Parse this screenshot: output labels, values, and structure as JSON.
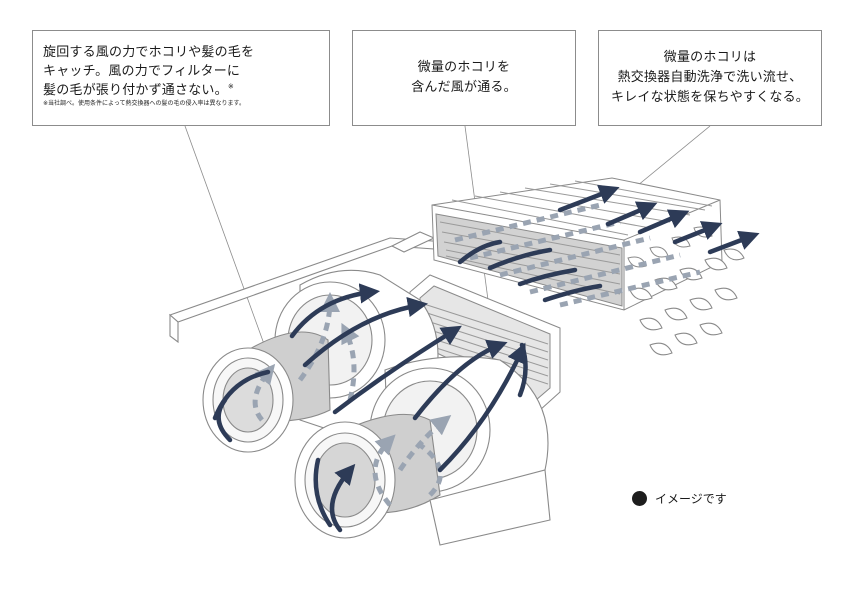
{
  "callouts": {
    "filter": {
      "text": "旋回する風の力でホコリや髪の毛を\nキャッチ。風の力でフィルターに\n髪の毛が張り付かず通さない。",
      "mark": "※",
      "note": "※当社調べ。使用条件によって熱交換器への髪の毛の侵入率は異なります。"
    },
    "airflow": {
      "text": "微量のホコリを\n含んだ風が通る。"
    },
    "exchanger": {
      "text": "微量のホコリは\n熱交換器自動洗浄で洗い流せ、\nキレイな状態を保ちやすくなる。"
    }
  },
  "legend": {
    "text": "イメージです"
  },
  "colors": {
    "arrow": "#2d3b57",
    "dashed": "#9aa4b2",
    "outline": "#8a8a8a",
    "shade": "#c8c8c8"
  }
}
